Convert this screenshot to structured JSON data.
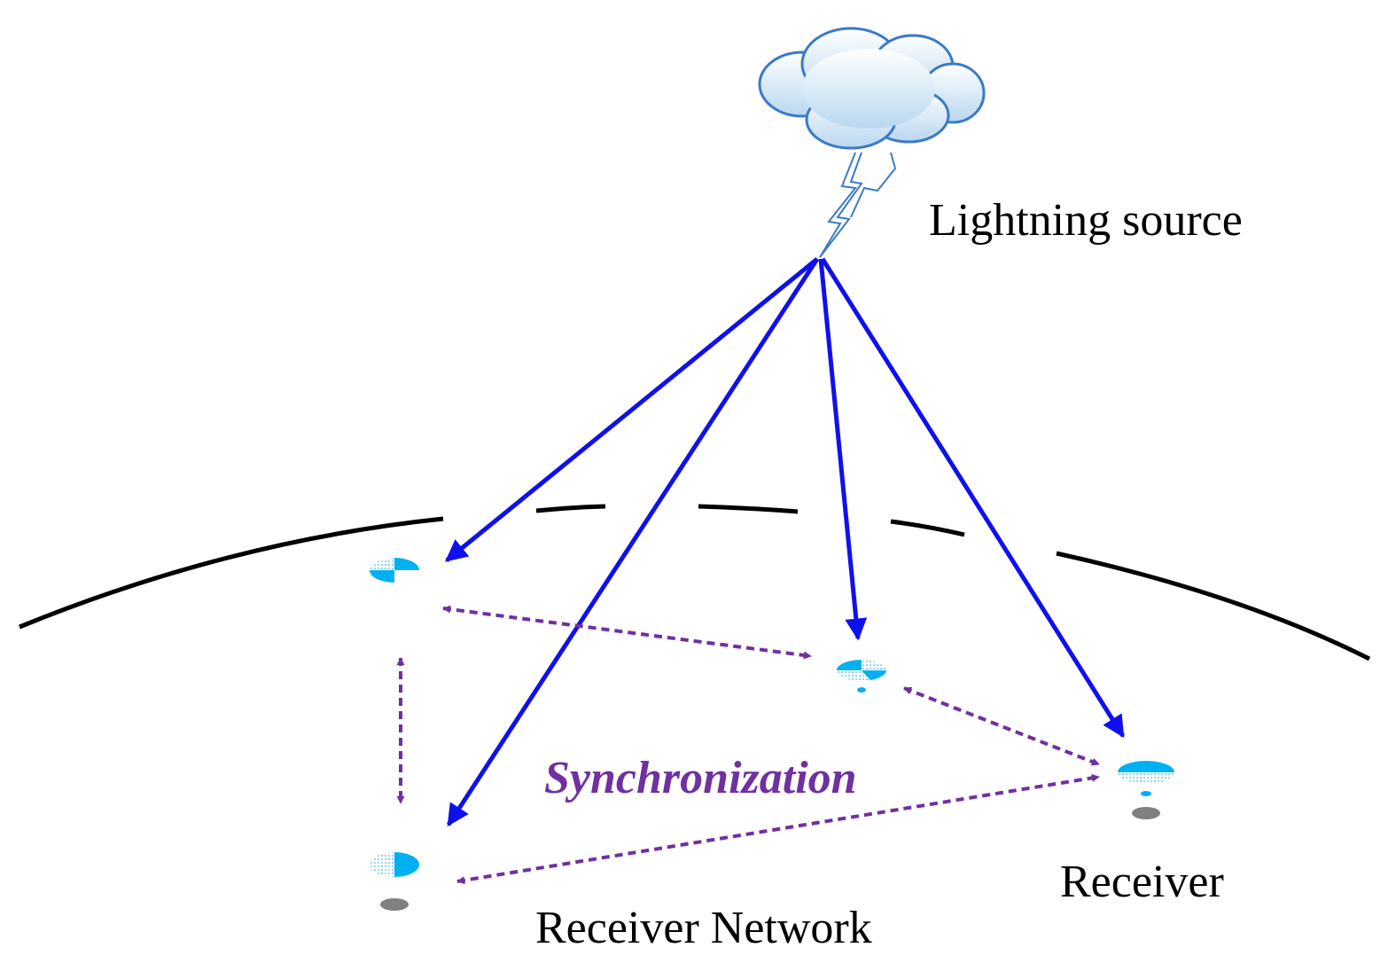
{
  "labels": {
    "lightning_source": "Lightning source",
    "synchronization": "Synchronization",
    "receiver": "Receiver",
    "receiver_network": "Receiver Network"
  },
  "colors": {
    "signal_path": "#1010ee",
    "sync_link": "#7030a0",
    "earth_curve": "#000000",
    "receiver_cyan": "#00b0f0",
    "receiver_base": "#808080"
  },
  "icons": {
    "source": "cloud-lightning-icon",
    "receiver": "receiver-dish-icon"
  }
}
